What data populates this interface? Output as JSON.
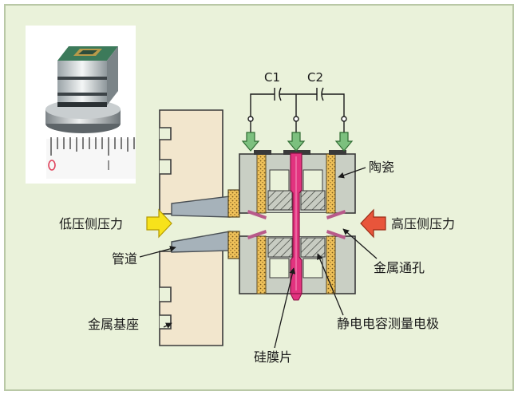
{
  "labels": {
    "c1": "C1",
    "c2": "C2",
    "ceramic": "陶瓷",
    "low_pressure": "低压侧压力",
    "high_pressure": "高压侧压力",
    "pipe": "管道",
    "metal_hole": "金属通孔",
    "metal_base": "金属基座",
    "electrode": "静电电容测量电极",
    "silicon_diaphragm": "硅膜片"
  },
  "colors": {
    "background": "#eaf2da",
    "metal_base": "#f2e6cd",
    "ceramic": "#c9cfc4",
    "silicon": "#e2337f",
    "low_pressure_arrow": "#f7e21b",
    "high_pressure_arrow": "#e8553b",
    "signal_arrow": "#7cc07e",
    "pipe": "#a6b2ba",
    "glass_frit": "#f0c25a"
  },
  "icons": {
    "photo": "sensor-photo-with-ruler",
    "capacitor": "capacitor-symbol"
  }
}
